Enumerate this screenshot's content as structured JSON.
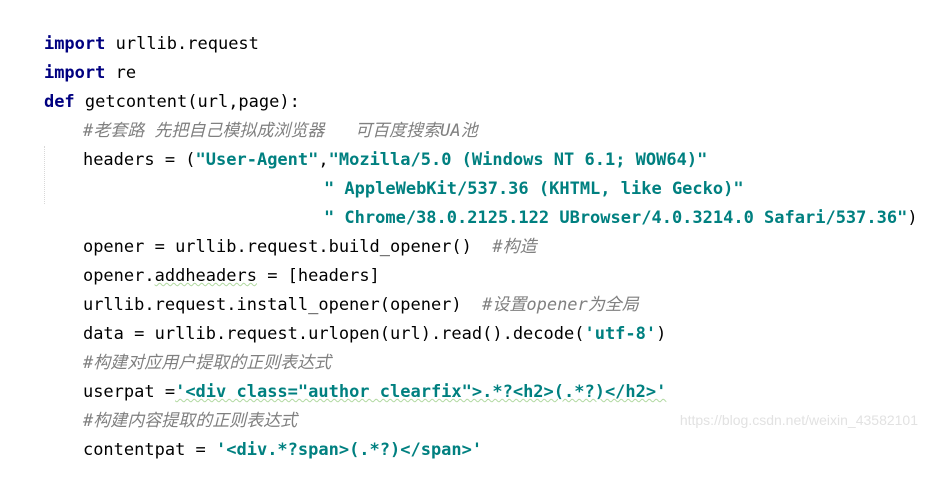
{
  "code": {
    "l1_kw": "import",
    "l1_rest": " urllib.request",
    "l2_kw": "import",
    "l2_rest": " re",
    "l3_kw": "def",
    "l3_rest": " getcontent(url,page):",
    "l4_comment": "#老套路 先把自己模拟成浏览器   可百度搜索UA池",
    "l5_plain": "headers = (",
    "l5_str1": "\"User-Agent\"",
    "l5_comma": ",",
    "l5_str2": "\"Mozilla/5.0 (Windows NT 6.1; WOW64)\"",
    "l6_str": "\" AppleWebKit/537.36 (KHTML, like Gecko)\"",
    "l7_str": "\" Chrome/38.0.2125.122 UBrowser/4.0.3214.0 Safari/537.36\"",
    "l7_close": ")",
    "l8_plain": "opener = urllib.request.build_opener()  ",
    "l8_comment": "#构造",
    "l9_a": "opener.",
    "l9_b": "addheaders",
    "l9_c": " = [headers]",
    "l10_plain": "urllib.request.install_opener(opener)  ",
    "l10_comment": "#设置opener为全局",
    "l11_plain": "data = urllib.request.urlopen(url).read().decode(",
    "l11_str": "'utf-8'",
    "l11_close": ")",
    "l12_comment": "#构建对应用户提取的正则表达式",
    "l13_plain": "userpat =",
    "l13_str": "'<div class=\"author clearfix\">.*?<h2>(.*?)</h2>'",
    "l14_comment": "#构建内容提取的正则表达式",
    "l15_plain": "contentpat = ",
    "l15_str": "'<div.*?span>(.*?)</span>'"
  },
  "watermark": "https://blog.csdn.net/weixin_43582101"
}
